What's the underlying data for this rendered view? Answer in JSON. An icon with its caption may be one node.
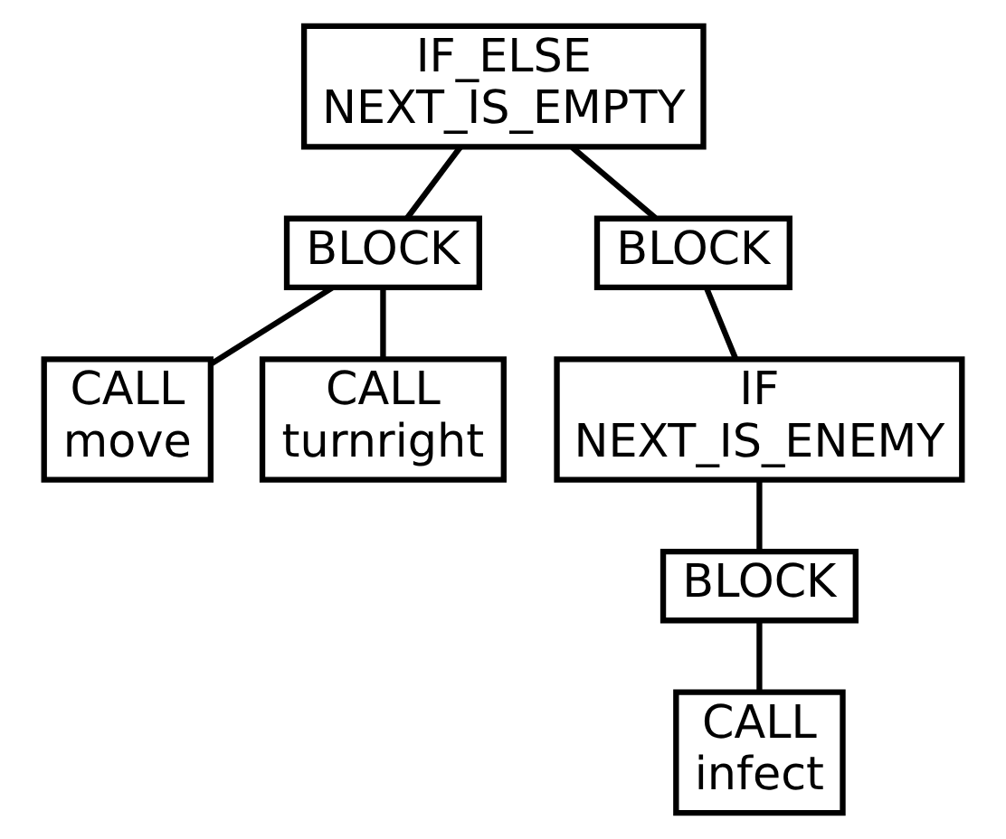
{
  "diagram": {
    "nodes": [
      {
        "text": [
          "IF_ELSE",
          "NEXT_IS_EMPTY"
        ]
      },
      {
        "text": [
          "BLOCK"
        ]
      },
      {
        "text": [
          "BLOCK"
        ]
      },
      {
        "text": [
          "CALL",
          "move"
        ]
      },
      {
        "text": [
          "CALL",
          "turnright"
        ]
      },
      {
        "text": [
          "IF",
          "NEXT_IS_ENEMY"
        ]
      },
      {
        "text": [
          "BLOCK"
        ]
      },
      {
        "text": [
          "CALL",
          "infect"
        ]
      }
    ],
    "edges": [
      {
        "from": 0,
        "to": 1,
        "arrow": "none"
      },
      {
        "from": 0,
        "to": 2,
        "arrow": "none"
      },
      {
        "from": 1,
        "to": 3,
        "arrow": "none"
      },
      {
        "from": 1,
        "to": 4,
        "arrow": "none"
      },
      {
        "from": 2,
        "to": 5,
        "arrow": "none"
      },
      {
        "from": 5,
        "to": 6,
        "arrow": "none"
      },
      {
        "from": 6,
        "to": 7,
        "arrow": "none"
      }
    ]
  }
}
